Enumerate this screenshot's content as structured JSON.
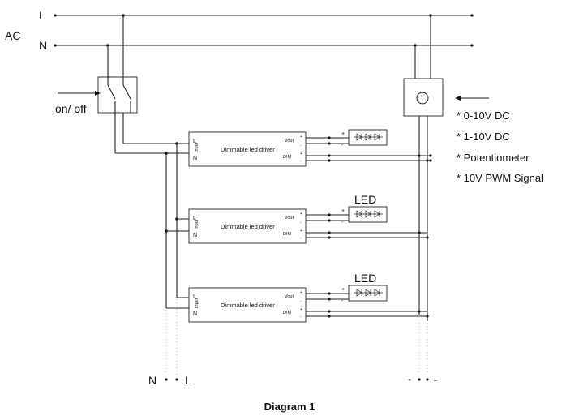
{
  "diagram": {
    "ac_label": "AC",
    "l_label": "L",
    "n_label": "N",
    "switch_label": "on/ off",
    "driver_name": "Dimmable led driver",
    "driver_pin_l": "L",
    "driver_pin_n": "N",
    "driver_input": "Input",
    "driver_vout": "Vout",
    "driver_dim": "DIM",
    "plus": "+",
    "minus": "-",
    "led_label": "LED",
    "dim_options": [
      "* 0-10V DC",
      "* 1-10V DC",
      "* Potentiometer",
      "* 10V PWM Signal"
    ],
    "bottom_left_n": "N",
    "bottom_left_l": "L",
    "bottom_right_plus": "+",
    "bottom_right_minus": "–",
    "caption": "Diagram 1"
  }
}
